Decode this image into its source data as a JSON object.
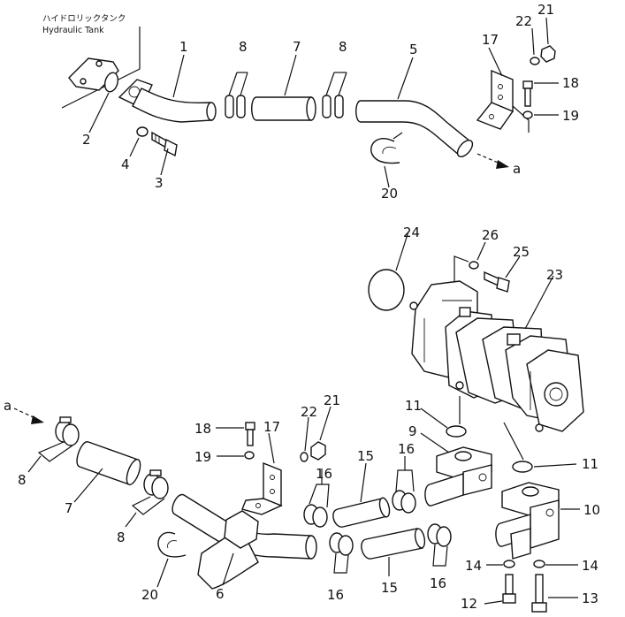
{
  "tank_label": {
    "jp": "ハイドロリックタンク",
    "en": "Hydraulic  Tank"
  },
  "arrow_label": "a",
  "parts": {
    "p1": "1",
    "p2": "2",
    "p3": "3",
    "p4": "4",
    "p5": "5",
    "p6": "6",
    "p7": "7",
    "p8": "8",
    "p9": "9",
    "p10": "10",
    "p11": "11",
    "p12": "12",
    "p13": "13",
    "p14": "14",
    "p15": "15",
    "p16": "16",
    "p17": "17",
    "p18": "18",
    "p19": "19",
    "p20": "20",
    "p21": "21",
    "p22": "22",
    "p23": "23",
    "p24": "24",
    "p25": "25",
    "p26": "26"
  }
}
